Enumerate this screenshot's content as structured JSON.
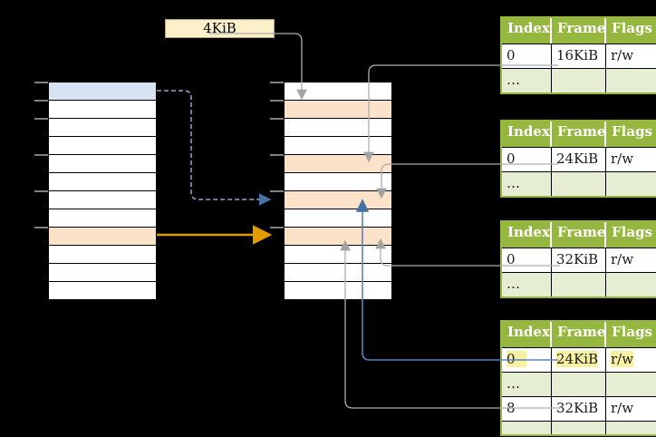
{
  "page_size_label": "4KiB",
  "colors": {
    "background": "#000000",
    "green": "#95b63f",
    "green_light": "#e5edd3",
    "peach": "#fbe2c8",
    "blue_row": "#d6e4f2",
    "cream": "#fcf0ca",
    "cream_border": "#b3a47c",
    "yellow_highlight": "#f6f0a1",
    "gray_line": "#adadad",
    "gray_arrow": "#a3a3a3",
    "blue_line": "#5b84bb",
    "blue_arrow": "#4472a4",
    "dashed_blue": "#8aaad2",
    "orange": "#e49b00",
    "tick": "#808080",
    "cell_text": "#1a1a1a",
    "header_text": "#ffffff"
  },
  "memory_columns": {
    "left": [
      "blue",
      "white",
      "white",
      "white",
      "white",
      "white",
      "white",
      "white",
      "peach",
      "white",
      "white",
      "white"
    ],
    "middle": [
      "white",
      "peach",
      "white",
      "white",
      "peach",
      "white",
      "peach",
      "white",
      "peach",
      "white",
      "white",
      "white"
    ]
  },
  "frame_tables": [
    {
      "name": "frame-table-16kib",
      "headers": [
        "Index",
        "Frame",
        "Flags"
      ],
      "rows": [
        {
          "cells": [
            "0",
            "16KiB",
            "r/w"
          ],
          "shaded": false,
          "highlighted": false
        },
        {
          "cells": [
            "…",
            "",
            ""
          ],
          "shaded": true,
          "highlighted": false
        }
      ]
    },
    {
      "name": "frame-table-24kib",
      "headers": [
        "Index",
        "Frame",
        "Flags"
      ],
      "rows": [
        {
          "cells": [
            "0",
            "24KiB",
            "r/w"
          ],
          "shaded": false,
          "highlighted": false
        },
        {
          "cells": [
            "…",
            "",
            ""
          ],
          "shaded": true,
          "highlighted": false
        }
      ]
    },
    {
      "name": "frame-table-32kib",
      "headers": [
        "Index",
        "Frame",
        "Flags"
      ],
      "rows": [
        {
          "cells": [
            "0",
            "32KiB",
            "r/w"
          ],
          "shaded": false,
          "highlighted": false
        },
        {
          "cells": [
            "…",
            "",
            ""
          ],
          "shaded": true,
          "highlighted": false
        }
      ]
    },
    {
      "name": "frame-table-bottom",
      "headers": [
        "Index",
        "Frame",
        "Flags"
      ],
      "rows": [
        {
          "cells": [
            "0",
            "24KiB",
            "r/w"
          ],
          "shaded": false,
          "highlighted": true
        },
        {
          "cells": [
            "…",
            "",
            ""
          ],
          "shaded": true,
          "highlighted": false
        },
        {
          "cells": [
            "8",
            "32KiB",
            "r/w"
          ],
          "shaded": false,
          "highlighted": false
        },
        {
          "cells": [
            "…",
            "",
            ""
          ],
          "shaded": true,
          "highlighted": false
        }
      ]
    }
  ]
}
